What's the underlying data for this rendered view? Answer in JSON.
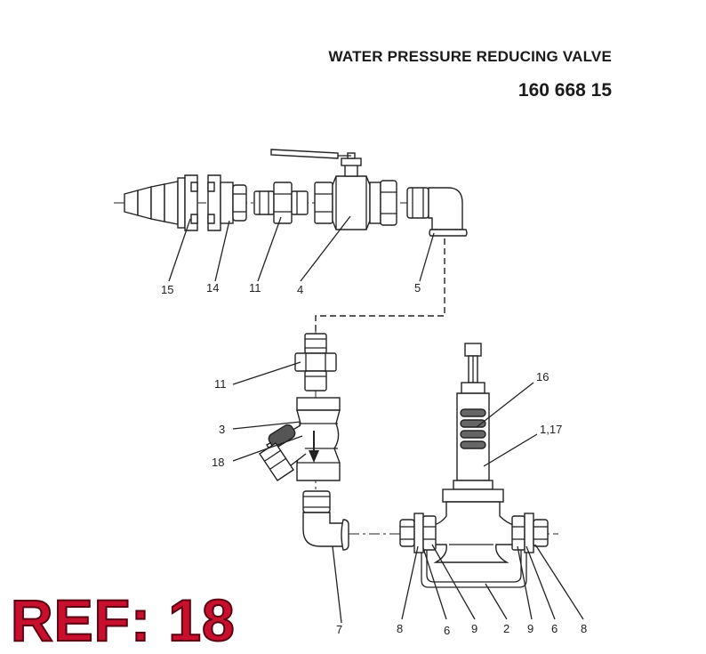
{
  "header": {
    "title": "WATER PRESSURE REDUCING VALVE",
    "part_number": "160 668 15"
  },
  "ref_label": "REF: 18",
  "callouts": {
    "c15": "15",
    "c14": "14",
    "c11a": "11",
    "c4": "4",
    "c5": "5",
    "c11b": "11",
    "c3": "3",
    "c18": "18",
    "c16": "16",
    "c117": "1,17",
    "c7": "7",
    "c8a": "8",
    "c6a": "6",
    "c9a": "9",
    "c2": "2",
    "c9b": "9",
    "c6b": "6",
    "c8b": "8"
  },
  "colors": {
    "ref": "#c8102e",
    "line": "#222222"
  }
}
